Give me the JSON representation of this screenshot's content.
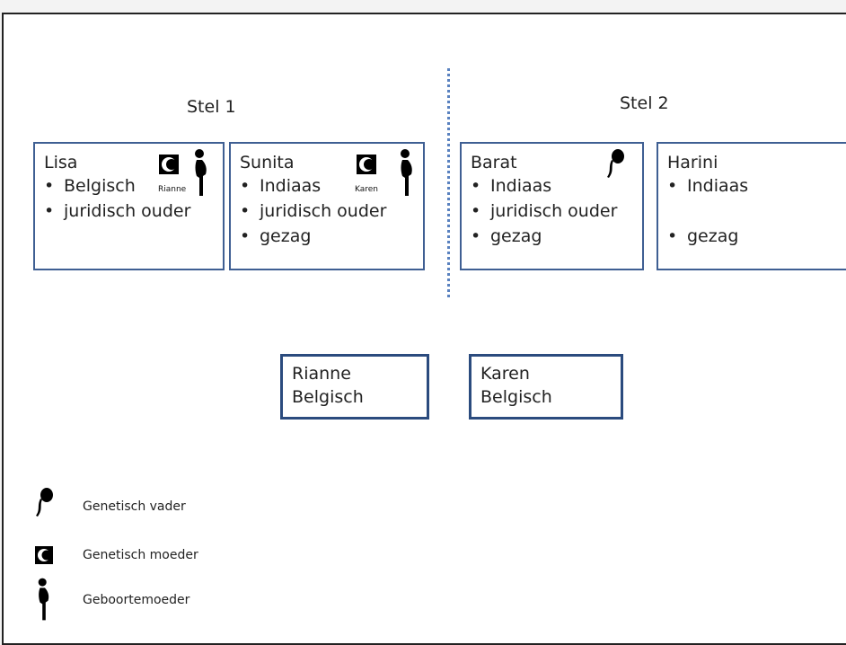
{
  "groups": [
    {
      "title": "Stel 1"
    },
    {
      "title": "Stel 2"
    }
  ],
  "parents": [
    {
      "name": "Lisa",
      "items": [
        "Belgisch",
        "juridisch ouder"
      ],
      "icon_caption": "Rianne"
    },
    {
      "name": "Sunita",
      "items": [
        "Indiaas",
        "juridisch ouder",
        "gezag"
      ],
      "icon_caption": "Karen"
    },
    {
      "name": "Barat",
      "items": [
        "Indiaas",
        "juridisch ouder",
        "gezag"
      ]
    },
    {
      "name": "Harini",
      "items": [
        "Indiaas",
        "gezag"
      ]
    }
  ],
  "bullet": "•",
  "children": [
    {
      "name": "Rianne",
      "nationality": "Belgisch"
    },
    {
      "name": "Karen",
      "nationality": "Belgisch"
    }
  ],
  "legend": [
    {
      "icon": "sperm-icon",
      "label": "Genetisch vader"
    },
    {
      "icon": "egg-icon",
      "label": "Genetisch moeder"
    },
    {
      "icon": "pregnant-woman-icon",
      "label": "Geboortemoeder"
    }
  ],
  "colors": {
    "box_border": "#3f5f93",
    "child_border": "#2b4b7e",
    "divider": "#5a82c0"
  }
}
